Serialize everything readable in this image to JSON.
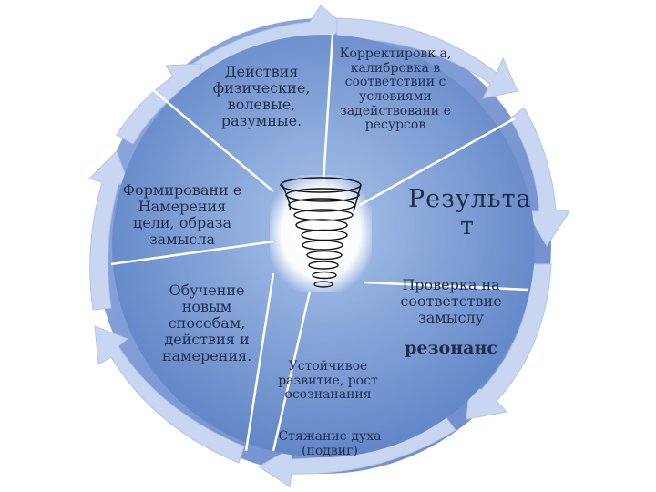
{
  "segments": {
    "top_left": "Действия физические, волевые, разумные.",
    "top_right": "Корректировк а, калибровка в соответствии с условиями задействовани е ресурсов",
    "left": "Формировани е Намерения цели, образа замысла",
    "right_title": "Результа т",
    "right_check": "Проверка на соответствие замыслу",
    "right_word": "резонанс",
    "bottom_left": "Обучение новым способам, действия и намерения.",
    "bottom": "Устойчивое развитие, рост осознанания",
    "bottom_extra": "Стяжание духа (подвиг)"
  },
  "center": {
    "icon": "spiral-tornado-icon"
  },
  "colors": {
    "disk_light": "#a9c3ea",
    "disk_dark": "#5b81c4",
    "ring": "#7c97d2",
    "arrow": "#c9d6f2",
    "divider": "#ffffff",
    "text": "#1f2d4a"
  }
}
